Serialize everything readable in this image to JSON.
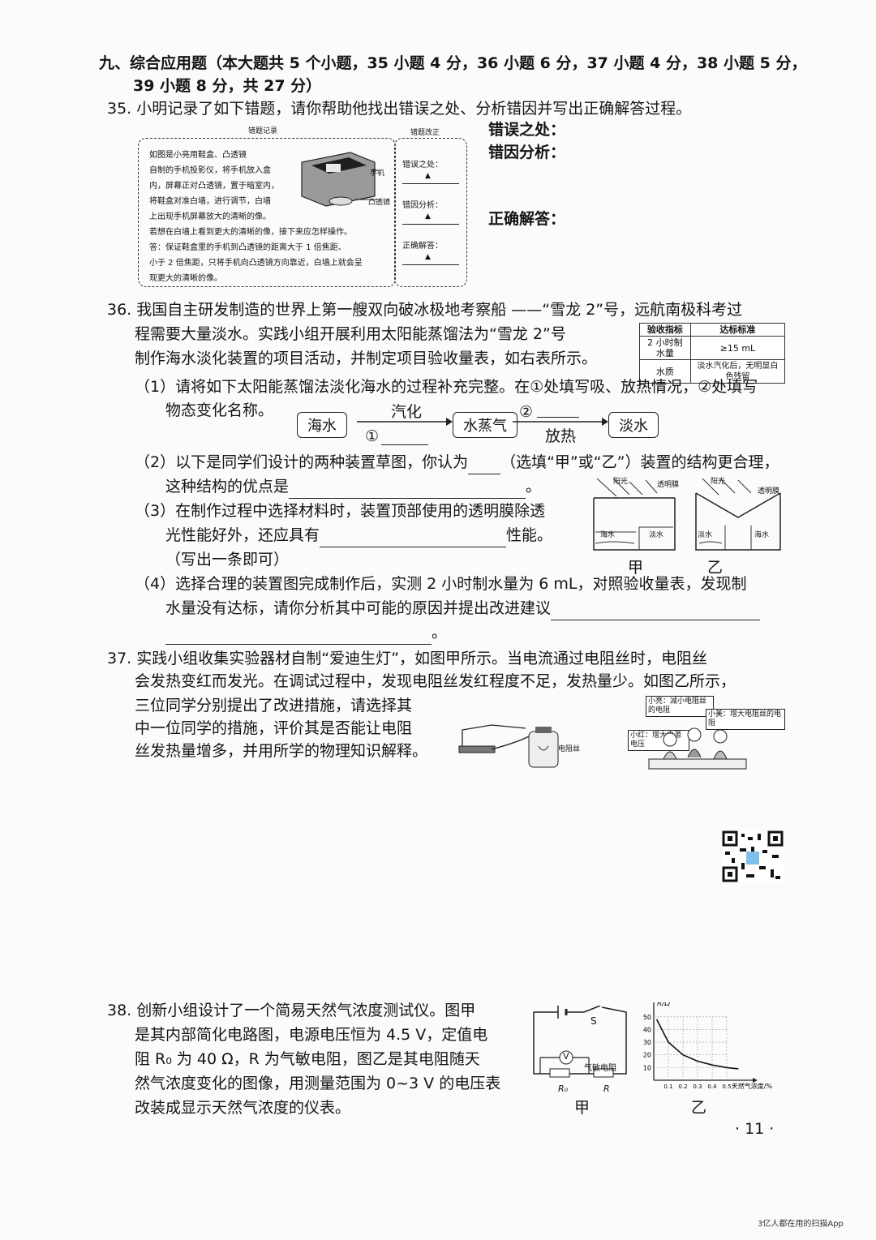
{
  "section": {
    "title_line1": "九、综合应用题（本大题共 5 个小题，35 小题 4 分，36 小题 6 分，37 小题 4 分，38 小题 5 分，",
    "title_line2": "39 小题 8 分，共 27 分）"
  },
  "q35": {
    "number": "35.",
    "stem": "小明记录了如下错题，请你帮助他找出错误之处、分析错因并写出正确解答过程。",
    "record_title": "错题记录",
    "correction_title": "错题改正",
    "record_text": [
      "如图是小亮用鞋盒、凸透镜",
      "自制的手机投影仪，将手机放入盒",
      "内，屏幕正对凸透镜，置于暗室内，",
      "将鞋盒对准白墙，进行调节，白墙",
      "上出现手机屏幕放大的清晰的像。",
      "若想在白墙上看到更大的清晰的像，接下来应怎样操作。"
    ],
    "record_answer": [
      "答：保证鞋盒里的手机到凸透镜的距离大于 1 倍焦距、",
      "小于 2 倍焦距，只将手机向凸透镜方向靠近，白墙上就会呈",
      "现更大的清晰的像。"
    ],
    "img_label_phone": "手机",
    "img_label_lens": "凸透镜",
    "corr_items": [
      "错误之处：",
      "错因分析：",
      "正确解答："
    ],
    "corr_mark": "▲",
    "side_labels": [
      "错误之处：",
      "错因分析：",
      "正确解答："
    ]
  },
  "q36": {
    "number": "36.",
    "stem_line1": "我国自主研发制造的世界上第一艘双向破冰极地考察船 ——“雪龙 2”号，远航南极科考过",
    "stem_line2": "程需要大量淡水。实践小组开展利用太阳能蒸馏法为“雪龙 2”号",
    "stem_line3": "制作海水淡化装置的项目活动，并制定项目验收量表，如右表所示。",
    "table": {
      "headers": [
        "验收指标",
        "达标标准"
      ],
      "rows": [
        [
          "2 小时制水量",
          "≥15 mL"
        ],
        [
          "水质",
          "淡水汽化后，无明显白色残留"
        ]
      ]
    },
    "sub1_line1": "（1）请将如下太阳能蒸馏法淡化海水的过程补充完整。在①处填写吸、放热情况，②处填写",
    "sub1_line2": "物态变化名称。",
    "flow": {
      "box1": "海水",
      "box2": "水蒸气",
      "box3": "淡水",
      "arrow1_top": "汽化",
      "arrow1_bottom": "①",
      "arrow2_top": "②",
      "arrow2_bottom": "放热"
    },
    "sub2_line1a": "（2）以下是同学们设计的两种装置草图，你认为",
    "sub2_line1b": "（选填“甲”或“乙”）装置的结构更合理，",
    "sub2_line2a": "这种结构的优点是",
    "sub2_line2b": "。",
    "sub3_line1": "（3）在制作过程中选择材料时，装置顶部使用的透明膜除透",
    "sub3_line2a": "光性能好外，还应具有",
    "sub3_line2b": "性能。",
    "sub3_line3": "（写出一条即可）",
    "sub4_line1": "（4）选择合理的装置图完成制作后，实测 2 小时制水量为 6 mL，对照验收量表，发现制",
    "sub4_line2": "水量没有达标，请你分析其中可能的原因并提出改进建议",
    "sub4_end": "。",
    "fig_labels": {
      "jia": "甲",
      "yi": "乙",
      "sun": "阳光",
      "film": "透明膜",
      "sea": "海水",
      "fresh": "淡水"
    }
  },
  "q37": {
    "number": "37.",
    "line1": "实践小组收集实验器材自制“爱迪生灯”，如图甲所示。当电流通过电阻丝时，电阻丝",
    "line2": "会发热变红而发光。在调试过程中，发现电阻丝发红程度不足，发热量少。如图乙所示，",
    "line3": "三位同学分别提出了改进措施，请选择其",
    "line4": "中一位同学的措施，评价其是否能让电阻",
    "line5": "丝发热量增多，并用所学的物理知识解释。",
    "fig_wire": "电阻丝",
    "bubble1": "小亮：减小电阻丝的电阻",
    "bubble2": "小红：增大电源电压",
    "bubble3": "小美：增大电阻丝的电阻"
  },
  "q38": {
    "number": "38.",
    "line1": "创新小组设计了一个简易天然气浓度测试仪。图甲",
    "line2": "是其内部简化电路图，电源电压恒为 4.5 V，定值电",
    "line3": "阻 R₀ 为 40 Ω，R 为气敏电阻，图乙是其电阻随天",
    "line4": "然气浓度变化的图像，用测量范围为 0~3 V 的电压表",
    "line5": "改装成显示天然气浓度的仪表。",
    "circuit": {
      "switch": "S",
      "voltmeter": "V",
      "sensor": "气敏电阻",
      "r0": "R₀",
      "r": "R",
      "label": "甲"
    },
    "graph_label": "乙"
  },
  "chart_data": {
    "type": "line",
    "title": "",
    "xlabel": "天然气浓度/%",
    "ylabel": "R/Ω",
    "x_ticks": [
      "0.1",
      "0.2",
      "0.3",
      "0.4",
      "0.5"
    ],
    "y_ticks": [
      "10",
      "20",
      "30",
      "40",
      "50"
    ],
    "xlim": [
      0,
      0.6
    ],
    "ylim": [
      0,
      55
    ],
    "series": [
      {
        "x": [
          0.02,
          0.1,
          0.2,
          0.3,
          0.4,
          0.5,
          0.58
        ],
        "y": [
          48,
          30,
          20,
          15,
          12,
          10,
          9
        ]
      }
    ],
    "grid": true
  },
  "footer": {
    "page": "· 11 ·",
    "watermark": "3亿人都在用的扫描App"
  }
}
